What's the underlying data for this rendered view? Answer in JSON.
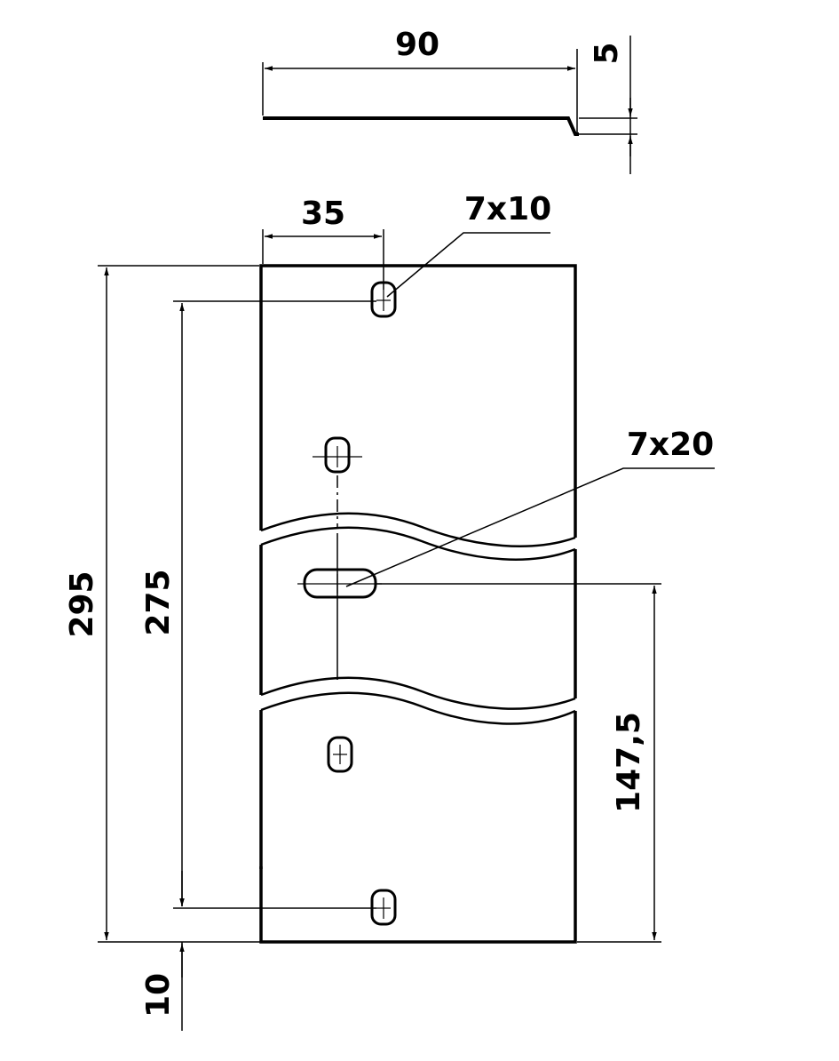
{
  "side_view": {
    "width_label": "90",
    "height_label": "5"
  },
  "front_view": {
    "hole_offset_label": "35",
    "hole_small_label": "7x10",
    "hole_large_label": "7x20",
    "total_height_label": "295",
    "hole_spacing_label": "275",
    "center_height_label": "147,5",
    "bottom_offset_label": "10"
  }
}
